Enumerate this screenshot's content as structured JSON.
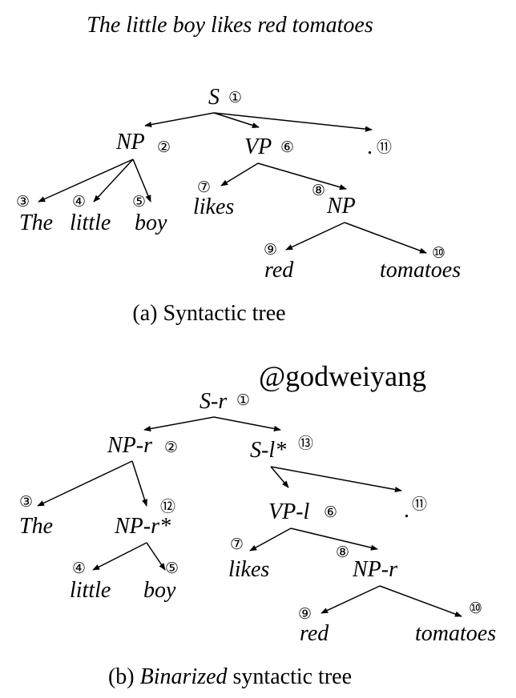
{
  "sentence": "The little boy likes red tomatoes",
  "tree_a": {
    "caption": "(a) Syntactic tree",
    "nodes": {
      "s": {
        "label": "S",
        "num": "①"
      },
      "np": {
        "label": "NP",
        "num": "②"
      },
      "the": {
        "label": "The",
        "num": "③"
      },
      "little": {
        "label": "little",
        "num": "④"
      },
      "boy": {
        "label": "boy",
        "num": "⑤"
      },
      "vp": {
        "label": "VP",
        "num": "⑥"
      },
      "likes": {
        "label": "likes",
        "num": "⑦"
      },
      "np2": {
        "label": "NP",
        "num": "⑧"
      },
      "red": {
        "label": "red",
        "num": "⑨"
      },
      "tomatoes": {
        "label": "tomatoes",
        "num": "⑩"
      },
      "period": {
        "label": ".",
        "num": "⑪"
      }
    }
  },
  "watermark": "@godweiyang",
  "tree_b": {
    "caption_prefix": "(b) ",
    "caption_emph": "Binarized",
    "caption_suffix": " syntactic tree",
    "nodes": {
      "sr": {
        "label": "S-r",
        "num": "①"
      },
      "npr": {
        "label": "NP-r",
        "num": "②"
      },
      "the": {
        "label": "The",
        "num": "③"
      },
      "nprs": {
        "label": "NP-r*",
        "num": "⑫"
      },
      "little": {
        "label": "little",
        "num": "④"
      },
      "boy": {
        "label": "boy",
        "num": "⑤"
      },
      "sls": {
        "label": "S-l*",
        "num": "⑬"
      },
      "vpl": {
        "label": "VP-l",
        "num": "⑥"
      },
      "period": {
        "label": ".",
        "num": "⑪"
      },
      "likes": {
        "label": "likes",
        "num": "⑦"
      },
      "npr2": {
        "label": "NP-r",
        "num": "⑧"
      },
      "red": {
        "label": "red",
        "num": "⑨"
      },
      "tomatoes": {
        "label": "tomatoes",
        "num": "⑩"
      }
    }
  }
}
